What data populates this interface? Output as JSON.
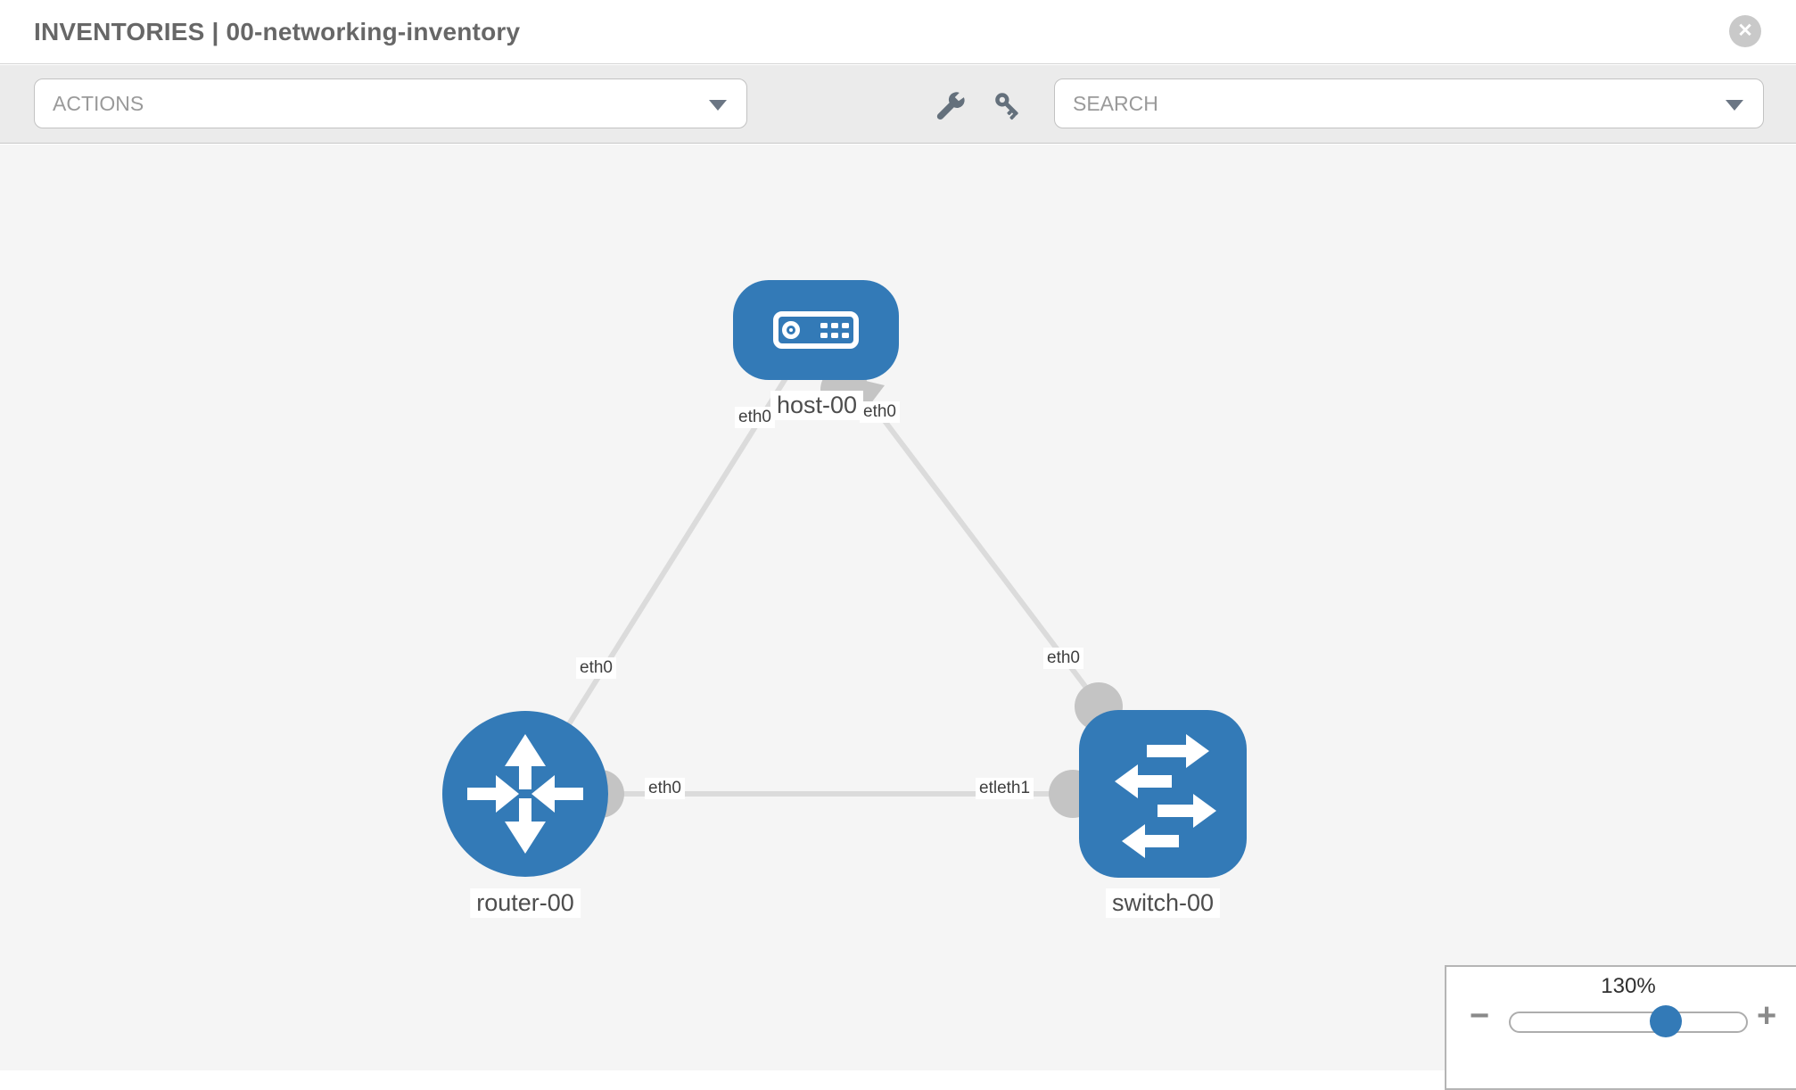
{
  "header": {
    "title": "INVENTORIES | 00-networking-inventory"
  },
  "toolbar": {
    "actions_label": "ACTIONS",
    "search_placeholder": "SEARCH"
  },
  "glyphs": {
    "close": "✕",
    "zoom_out": "−",
    "zoom_in": "+"
  },
  "diagram": {
    "nodes": [
      {
        "id": "host-00",
        "label": "host-00",
        "type": "host"
      },
      {
        "id": "router-00",
        "label": "router-00",
        "type": "router"
      },
      {
        "id": "switch-00",
        "label": "switch-00",
        "type": "switch"
      }
    ],
    "links": [
      {
        "source": "host-00",
        "target": "router-00"
      },
      {
        "source": "host-00",
        "target": "switch-00"
      },
      {
        "source": "router-00",
        "target": "switch-00"
      }
    ],
    "interface_labels": [
      {
        "text": "eth0",
        "position": "host-00-left"
      },
      {
        "text": "eth0",
        "position": "host-00-right"
      },
      {
        "text": "eth0",
        "position": "link-host-router"
      },
      {
        "text": "eth0",
        "position": "link-host-switch"
      },
      {
        "text": "eth0",
        "position": "router-00-east"
      },
      {
        "text": "etleth1",
        "position": "switch-00-west"
      }
    ]
  },
  "zoom_panel": {
    "level": "130%"
  },
  "colors": {
    "node_blue": "#337ab7",
    "link_gray": "#dbdbdb",
    "connector_gray": "#c4c4c4",
    "canvas_bg": "#f5f5f5",
    "toolbar_bg": "#ebebeb",
    "icon_slate": "#64707c"
  }
}
